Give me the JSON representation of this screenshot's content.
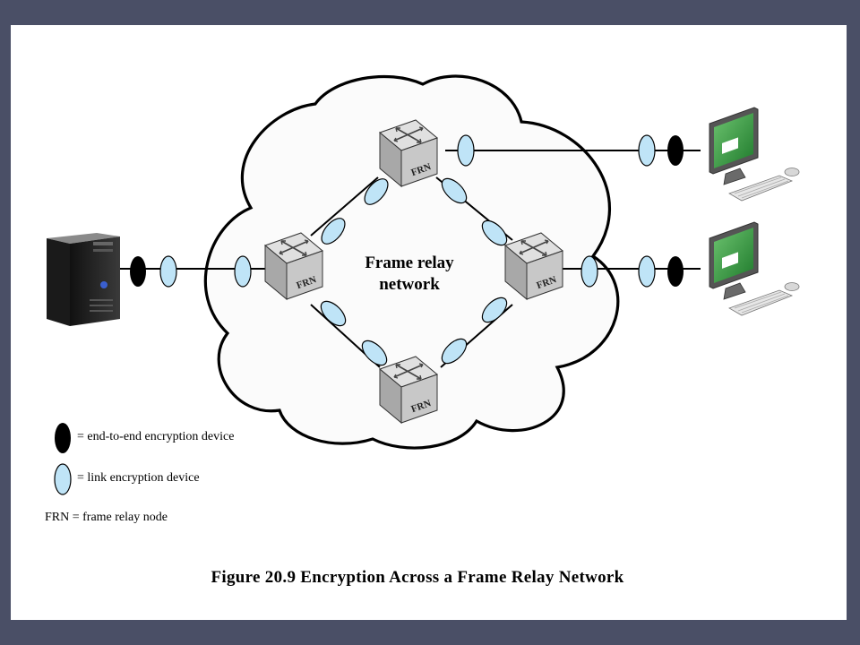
{
  "cloud": {
    "label_line1": "Frame relay",
    "label_line2": "network"
  },
  "node": {
    "label": "FRN"
  },
  "legend": {
    "end_to_end": "= end-to-end encryption device",
    "link": "= link encryption device",
    "frn": "FRN = frame relay node"
  },
  "caption": "Figure 20.9  Encryption Across a Frame Relay Network",
  "colors": {
    "background": "#4a4f66",
    "slide": "#ffffff",
    "link_device": "#bfe4f7",
    "end_to_end_device": "#000000",
    "node_face": "#c8c8c8",
    "monitor_screen": "#2f9a3f"
  },
  "icons": {
    "server": "tower-server-icon",
    "workstation": "desktop-computer-icon",
    "node": "frame-relay-node-icon"
  }
}
